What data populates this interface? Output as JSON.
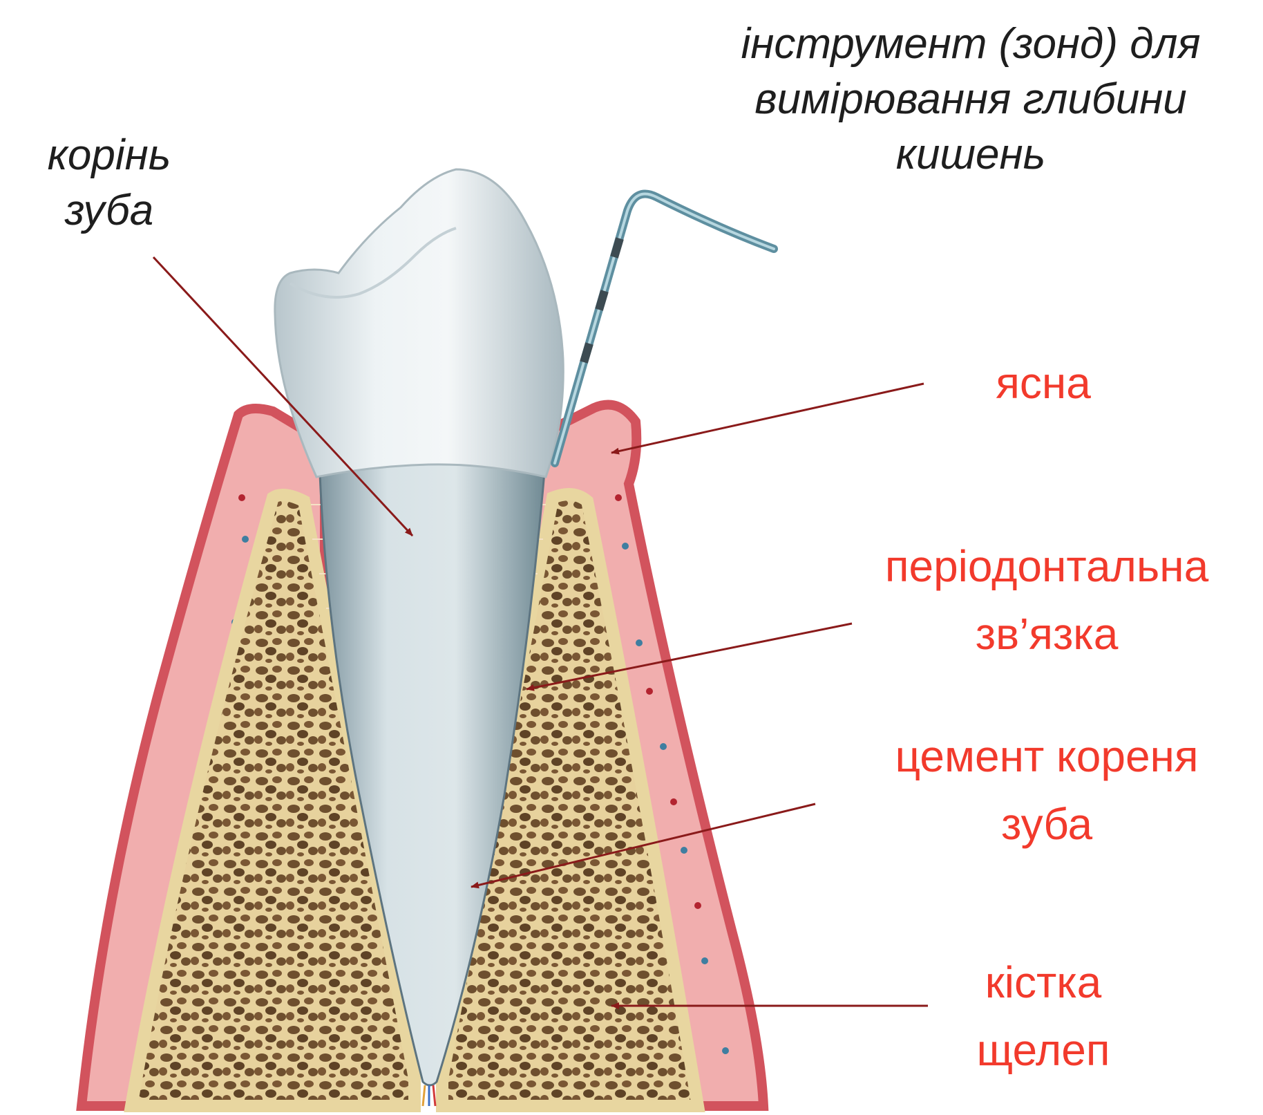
{
  "colors": {
    "label_red": "#f23a2c",
    "label_black": "#1e1e1e",
    "arrow": "#8a1a1a",
    "gum": "#e8868a",
    "gum_edge": "#c94e58",
    "bone": "#ead8a8",
    "bone_pores": "#6e4f2e",
    "tooth": "#dfe7ea",
    "probe": "#6e9fb0"
  },
  "labels": {
    "probe": [
      "інструмент (зонд) для",
      "вимірювання глибини",
      "кишень"
    ],
    "root": [
      "корінь",
      "зуба"
    ],
    "gum": [
      "ясна"
    ],
    "ligament": [
      "періодонтальна",
      "зв’язка"
    ],
    "cementum": [
      "цемент кореня",
      "зуба"
    ],
    "bone": [
      "кістка",
      "щелеп"
    ]
  }
}
